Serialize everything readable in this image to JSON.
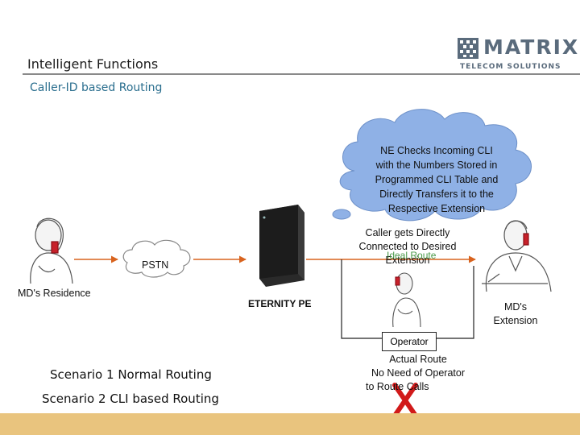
{
  "header": {
    "title": "Intelligent Functions",
    "subtitle": "Caller-ID based Routing"
  },
  "logo": {
    "word": "MATRIX",
    "tagline": "TELECOM SOLUTIONS"
  },
  "cloud_callout": {
    "lines": [
      "NE Checks Incoming CLI",
      "with the Numbers Stored in",
      "Programmed CLI Table and",
      "Directly Transfers it to the",
      "Respective Extension"
    ]
  },
  "nodes": {
    "residence": "MD's Residence",
    "pstn": "PSTN",
    "pbx": "ETERNITY PE",
    "extension_line1": "MD's",
    "extension_line2": "Extension",
    "operator": "Operator"
  },
  "caller_note": {
    "line1": "Caller gets Directly",
    "line2": "Connected to Desired",
    "line3": "Extension",
    "overlay": "Ideal Route"
  },
  "actual_route": {
    "line1": "Actual Route",
    "line2": "No Need of Operator",
    "line3": "to Route Calls"
  },
  "scenarios": [
    {
      "number": "Scenario 1",
      "text": "Normal Routing"
    },
    {
      "number": "Scenario 2",
      "text": "CLI based Routing"
    }
  ],
  "colors": {
    "subtitle": "#2a6e8e",
    "cloud_fill": "#8fb1e6",
    "arrow": "#d8631e",
    "ideal_route": "#4a9a4a",
    "cross": "#d11a1a",
    "bottom_bar": "#e9c47e"
  }
}
